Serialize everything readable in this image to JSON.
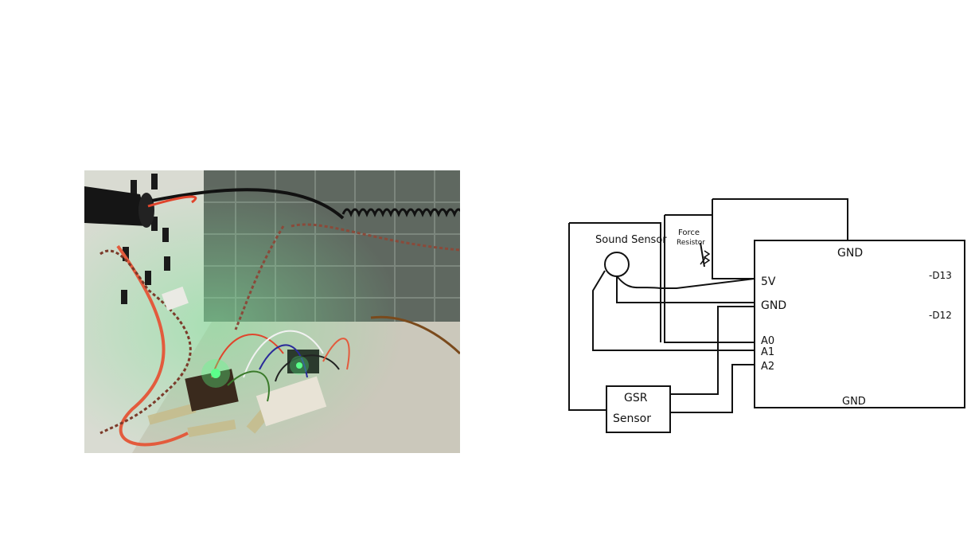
{
  "photo": {
    "description_icon": "circuit-photo",
    "label_on_wall": "",
    "colors": {
      "wall": "#d7d8cf",
      "floor": "#c9c6b8",
      "window": "#5d655d",
      "green_led": "#38e36a",
      "red_wire": "#e0452c"
    }
  },
  "schematic": {
    "sound_sensor_label": "Sound Sensor",
    "force_resistor_label_line1": "Force",
    "force_resistor_label_line2": "Resistor",
    "gsr_label_line1": "GSR",
    "gsr_label_line2": "Sensor",
    "board_top_label": "GND",
    "board_bottom_label": "GND",
    "pin_5v": "5V",
    "pin_gnd": "GND",
    "pin_a0": "A0",
    "pin_a1": "A1",
    "pin_a2": "A2",
    "pin_d13": "-D13",
    "pin_d12": "-D12"
  }
}
